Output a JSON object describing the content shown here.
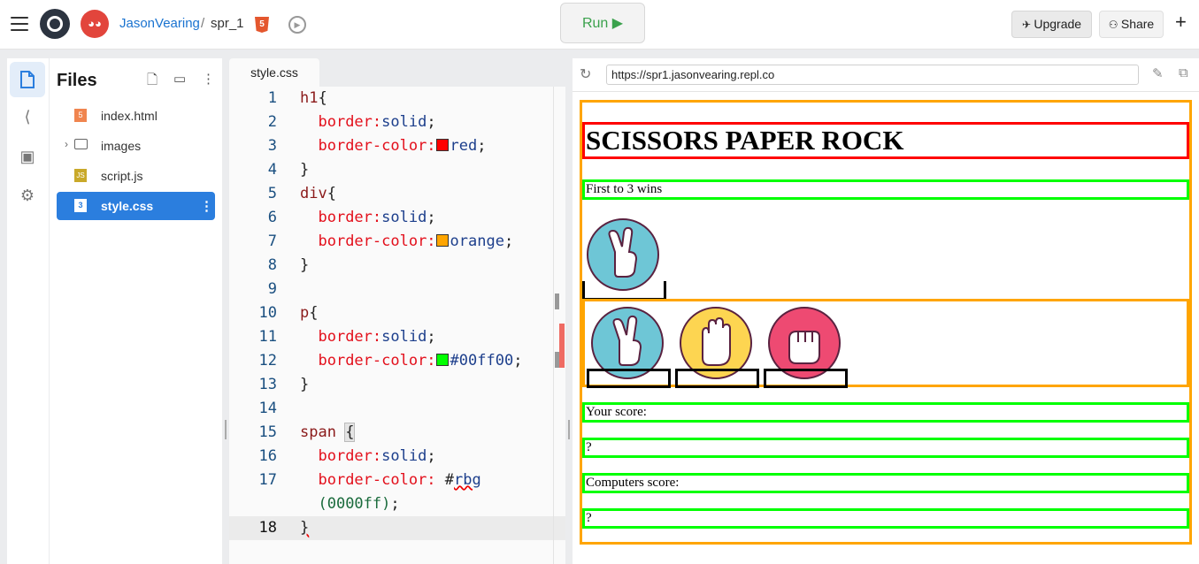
{
  "topbar": {
    "username": "JasonVearing",
    "separator": "/",
    "project": "spr_1",
    "html_badge": "5",
    "run_label": "Run ▶",
    "upgrade_label": "Upgrade",
    "share_label": "Share",
    "plus_label": "+"
  },
  "files": {
    "title": "Files",
    "items": [
      {
        "label": "index.html",
        "icon": "html5-icon"
      },
      {
        "label": "images",
        "icon": "folder-icon"
      },
      {
        "label": "script.js",
        "icon": "js-icon"
      },
      {
        "label": "style.css",
        "icon": "css3-icon"
      }
    ]
  },
  "editor": {
    "tab": "style.css",
    "lines": [
      {
        "n": "1"
      },
      {
        "n": "2"
      },
      {
        "n": "3"
      },
      {
        "n": "4"
      },
      {
        "n": "5"
      },
      {
        "n": "6"
      },
      {
        "n": "7"
      },
      {
        "n": "8"
      },
      {
        "n": "9"
      },
      {
        "n": "10"
      },
      {
        "n": "11"
      },
      {
        "n": "12"
      },
      {
        "n": "13"
      },
      {
        "n": "14"
      },
      {
        "n": "15"
      },
      {
        "n": "16"
      },
      {
        "n": "17"
      },
      {
        "n": "18"
      }
    ],
    "tokens": {
      "h1": "h1",
      "open": "{",
      "close": "}",
      "div": "div",
      "p": "p",
      "span": "span ",
      "border": "border:",
      "solid": "solid",
      "semi": ";",
      "border_color": "border-color:",
      "border_color_sp": "border-color: ",
      "red": "red",
      "orange": "orange",
      "green": "#00ff00",
      "rbg_hash": "#",
      "rbg": "rbg",
      "rbg_cont": "(0000ff)",
      "rbg_end": ";"
    },
    "swatches": {
      "red": "#ff0000",
      "orange": "#ffa500",
      "green": "#00ff00"
    }
  },
  "webview": {
    "url": "https://spr1.jasonvearing.repl.co",
    "site": {
      "heading": "SCISSORS PAPER ROCK",
      "subtitle": "First to 3 wins",
      "your_score_label": "Your score:",
      "your_score_value": "?",
      "computer_score_label": "Computers score:",
      "computer_score_value": "?",
      "choices": [
        {
          "name": "scissors",
          "color": "#6ec6d6"
        },
        {
          "name": "paper",
          "color": "#fdd551"
        },
        {
          "name": "rock",
          "color": "#ee4a72"
        }
      ]
    }
  }
}
